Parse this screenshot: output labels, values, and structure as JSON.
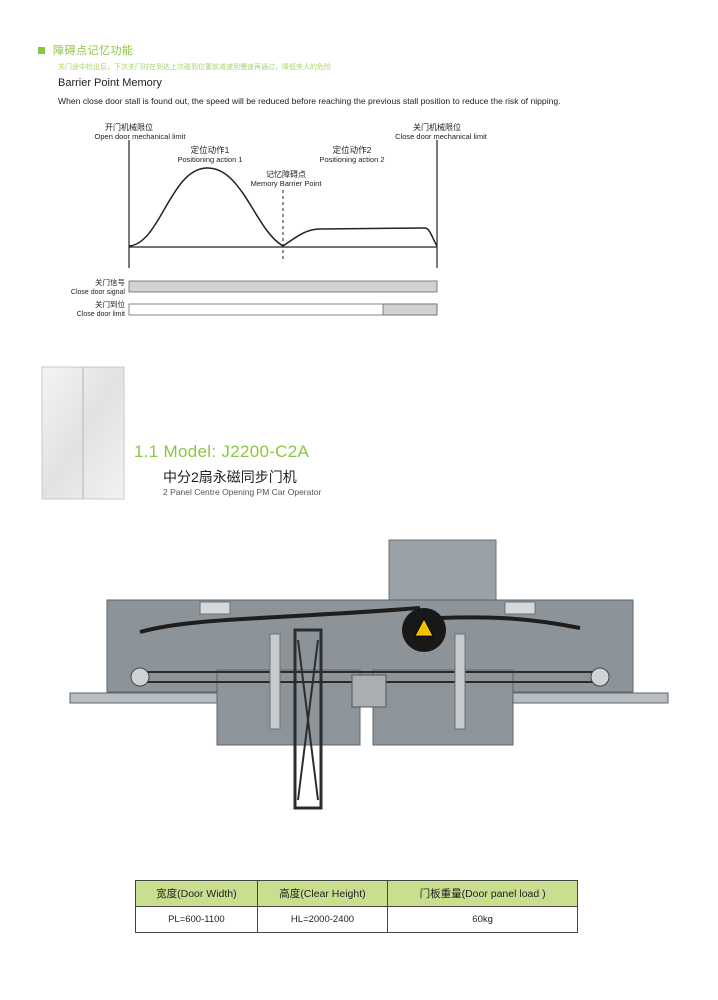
{
  "header": {
    "title": "障碍点记忆功能",
    "subtitle": "关门途中检出后，下次关门时在到达上次碰到位置前减速到慢速再通过，降低夹人的危险",
    "memory_title": "Barrier Point Memory",
    "memory_desc": "When close door stall is found out, the speed will be reduced before reaching the previous stall position to reduce the risk of nipping."
  },
  "diagram": {
    "open_limit_cn": "开门机械限位",
    "open_limit_en": "Open door mechanical limit",
    "close_limit_cn": "关门机械限位",
    "close_limit_en": "Close door mechanical limit",
    "action1_cn": "定位动作1",
    "action1_en": "Positioning action 1",
    "action2_cn": "定位动作2",
    "action2_en": "Positioning action 2",
    "barrier_cn": "记忆障碍点",
    "barrier_en": "Memory Barrier Point",
    "signal_cn": "关门信号",
    "signal_en": "Close door signal",
    "limit_cn": "关门到位",
    "limit_en": "Close door limit"
  },
  "model": {
    "title": "1.1 Model: J2200-C2A",
    "cn": "中分2扇永磁同步门机",
    "en": "2 Panel Centre Opening PM Car Operator"
  },
  "spec_table": {
    "headers": [
      "宽度(Door Width)",
      "高度(Clear Height)",
      "门板重量(Door panel load )"
    ],
    "row": [
      "PL=600-1100",
      "HL=2000-2400",
      "60kg"
    ]
  },
  "colors": {
    "accent": "#8cc63f",
    "table_header": "#c9df8f",
    "machine_body": "#8c9399"
  }
}
